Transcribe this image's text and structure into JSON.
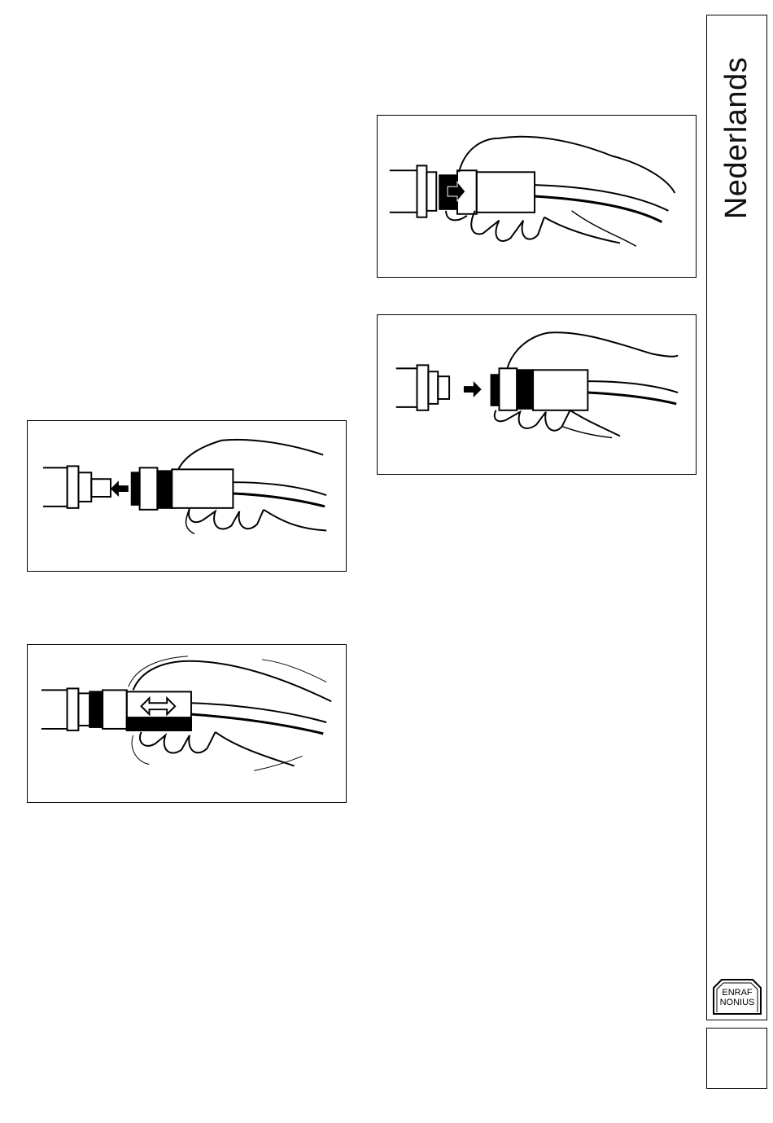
{
  "sidebar": {
    "language_label": "Nederlands",
    "logo": {
      "line1": "ENRAF",
      "line2": "NONIUS"
    }
  },
  "figures": [
    {
      "id": "connect-push",
      "arrow": "right"
    },
    {
      "id": "connect-align",
      "arrow": "right"
    },
    {
      "id": "disconnect-pull",
      "arrow": "left"
    },
    {
      "id": "slide-sleeve",
      "arrow": "double"
    }
  ],
  "icons": {
    "push-arrow": "arrow-right-icon",
    "pull-arrow": "arrow-left-icon",
    "slide-arrow": "double-arrow-icon"
  }
}
